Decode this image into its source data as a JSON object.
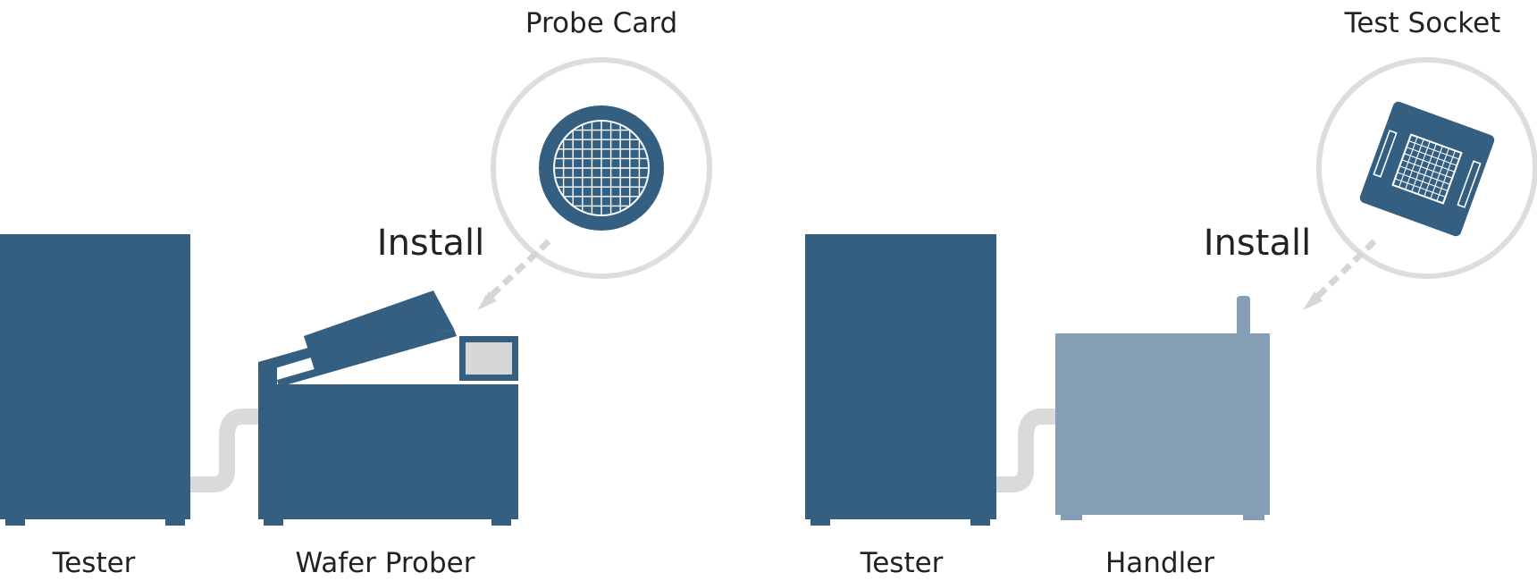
{
  "colors": {
    "equipment_dark": "#345f80",
    "handler_light": "#869eb5",
    "cable_gray": "#dadada",
    "circle_gray": "#dddddd",
    "arrow_gray": "#d6d6d6",
    "grid_line": "#ffffff",
    "screen_fill": "#d6d6d6",
    "text": "#222222"
  },
  "left_panel": {
    "tester_label": "Tester",
    "equipment_label": "Wafer Prober",
    "install_label": "Install",
    "component_label": "Probe Card",
    "component_icon": "probe-card-icon"
  },
  "right_panel": {
    "tester_label": "Tester",
    "equipment_label": "Handler",
    "install_label": "Install",
    "component_label": "Test Socket",
    "component_icon": "test-socket-icon"
  }
}
